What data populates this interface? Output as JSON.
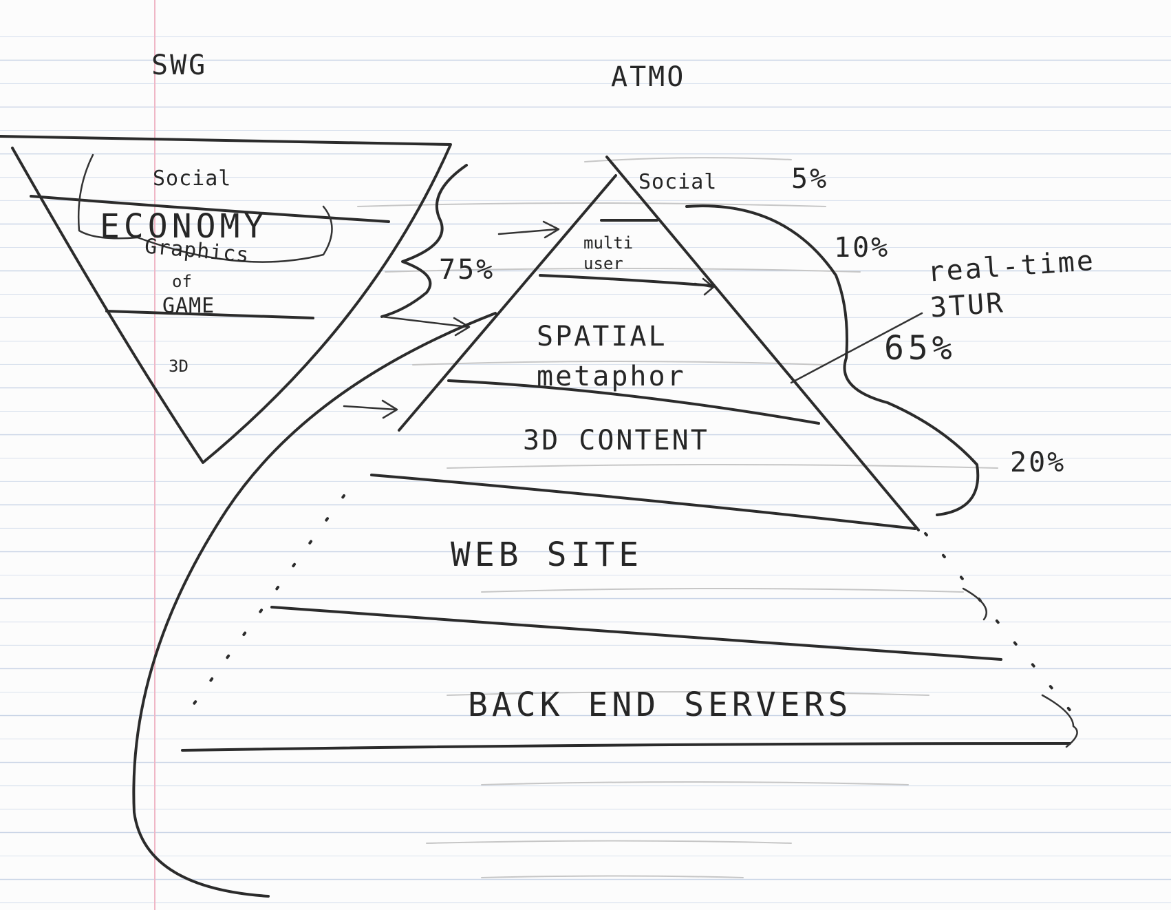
{
  "left_diagram": {
    "title": "SWG",
    "layers": [
      "Social",
      "ECONOMY",
      "Graphics",
      "of",
      "GAME",
      "3D"
    ],
    "share": "75%"
  },
  "right_diagram": {
    "title": "ATMO",
    "layers": [
      {
        "label": "Social",
        "percent": "5%"
      },
      {
        "label": "multi user",
        "percent": "10%"
      },
      {
        "label": "SPATIAL metaphor",
        "percent": "65%"
      },
      {
        "label": "3D CONTENT",
        "percent": "20%"
      },
      {
        "label": "WEB SITE"
      },
      {
        "label": "BACK END SERVERS"
      }
    ],
    "annotation": "real-time 3TUR"
  }
}
